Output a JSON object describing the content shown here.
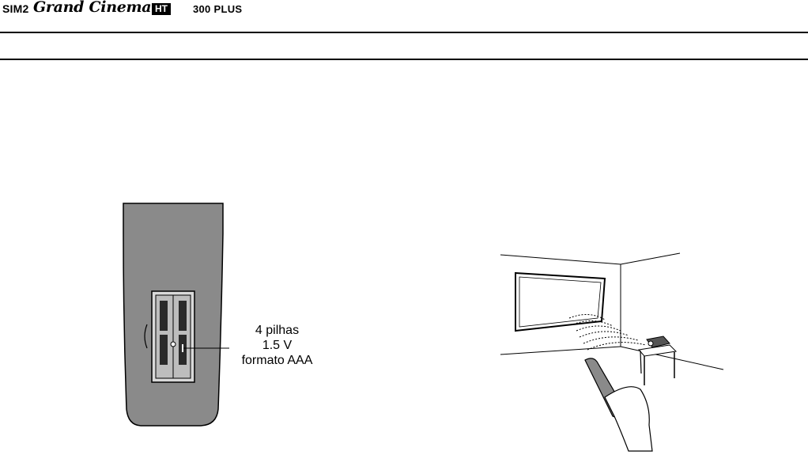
{
  "header": {
    "brand_prefix": "SIM2",
    "brand_script": "Grand Cinema",
    "brand_badge": "HT",
    "model": "300 PLUS"
  },
  "battery_callout": {
    "line1": "4 pilhas",
    "line2": "1.5 V",
    "line3": "formato AAA"
  },
  "colors": {
    "remote_body": "#8a8a8a",
    "battery_dark": "#2a2a2a",
    "line": "#000000"
  }
}
